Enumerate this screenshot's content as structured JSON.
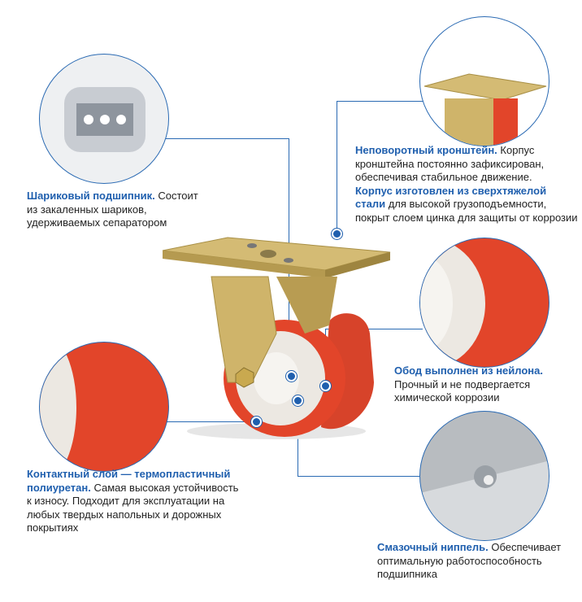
{
  "callouts": {
    "bearing": {
      "title": "Шариковый подшипник.",
      "text": "Состоит из закаленных шариков, удерживаемых сепаратором"
    },
    "bracket": {
      "title": "Неповоротный кронштейн.",
      "text": "Корпус кронштейна постоянно зафиксирован, обеспечивая стабильное движение.",
      "title2": "Корпус изготовлен из сверхтяжелой стали",
      "text2": "для высокой грузоподъемности, покрыт слоем цинка для защиты от коррозии"
    },
    "rim": {
      "title": "Обод выполнен из нейлона.",
      "text": "Прочный и не подвергается химической коррозии"
    },
    "tread": {
      "title": "Контактный слой — термопластичный полиуретан.",
      "text": "Самая высокая устойчивость к износу. Подходит для эксплуатации на любых твердых напольных и дорожных покрытиях"
    },
    "nipple": {
      "title": "Смазочный ниппель.",
      "text": "Обеспечивает оптимальную работоспособность подшипника"
    }
  },
  "colors": {
    "accent": "#1f5fae",
    "polyurethane": "#e2452a",
    "nylon": "#ece8e2",
    "zinc": "#c9b06a"
  }
}
